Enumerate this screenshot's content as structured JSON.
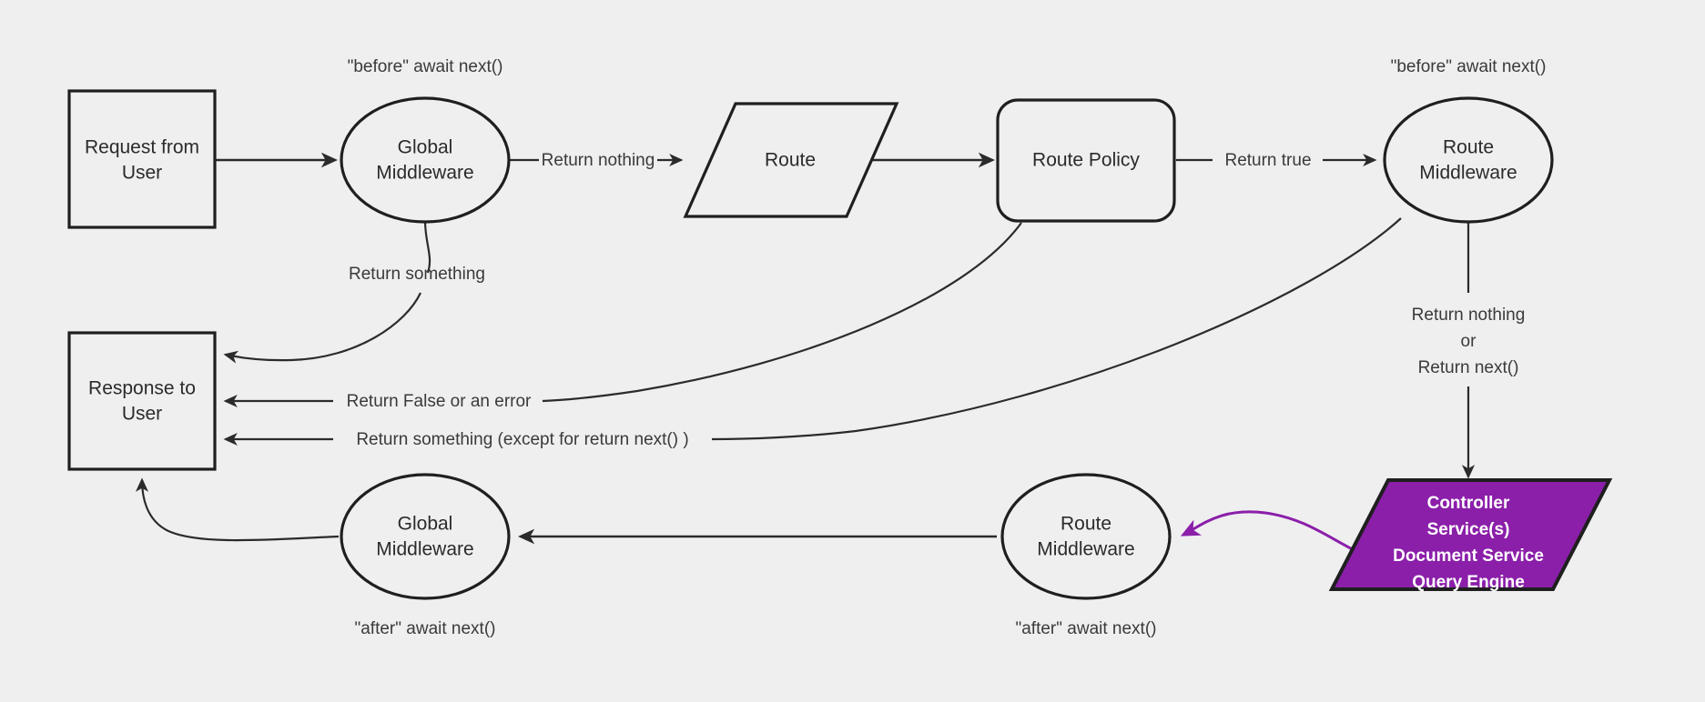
{
  "diagram": {
    "title": "Request lifecycle middleware flow",
    "background_color": "#efeff0",
    "stroke_color": "#1f1f1f",
    "accent_color": "#8B1FA9"
  },
  "nodes": {
    "request_from_user": {
      "line1": "Request from",
      "line2": "User",
      "shape": "rectangle"
    },
    "global_middleware_before": {
      "line1": "Global",
      "line2": "Middleware",
      "shape": "ellipse"
    },
    "route": {
      "line1": "Route",
      "shape": "parallelogram"
    },
    "route_policy": {
      "line1": "Route Policy",
      "shape": "rounded-rectangle"
    },
    "route_middleware_before": {
      "line1": "Route",
      "line2": "Middleware",
      "shape": "ellipse"
    },
    "response_to_user": {
      "line1": "Response to",
      "line2": "User",
      "shape": "rectangle"
    },
    "global_middleware_after": {
      "line1": "Global",
      "line2": "Middleware",
      "shape": "ellipse"
    },
    "route_middleware_after": {
      "line1": "Route",
      "line2": "Middleware",
      "shape": "ellipse"
    },
    "controller": {
      "line1": "Controller",
      "line2": "Service(s)",
      "line3": "Document Service",
      "line4": "Query Engine",
      "shape": "parallelogram",
      "fill": "#8B1FA9"
    }
  },
  "annotations": {
    "before_await_next_global": "\"before\" await next()",
    "before_await_next_route": "\"before\" await next()",
    "after_await_next_global": "\"after\" await next()",
    "after_await_next_route": "\"after\" await next()"
  },
  "edges": {
    "request_to_global": "",
    "global_to_route": "Return nothing",
    "route_to_policy": "",
    "policy_to_route_middleware": "Return true",
    "global_to_response": "Return something",
    "policy_to_response": "Return False or an error",
    "route_middleware_to_response": "Return something (except for return next() )",
    "route_middleware_to_controller_line1": "Return nothing",
    "route_middleware_to_controller_line2": "or",
    "route_middleware_to_controller_line3": "Return next()",
    "controller_to_route_middleware_after": "",
    "route_mw_after_to_global_mw_after": "",
    "global_mw_after_to_response": ""
  }
}
